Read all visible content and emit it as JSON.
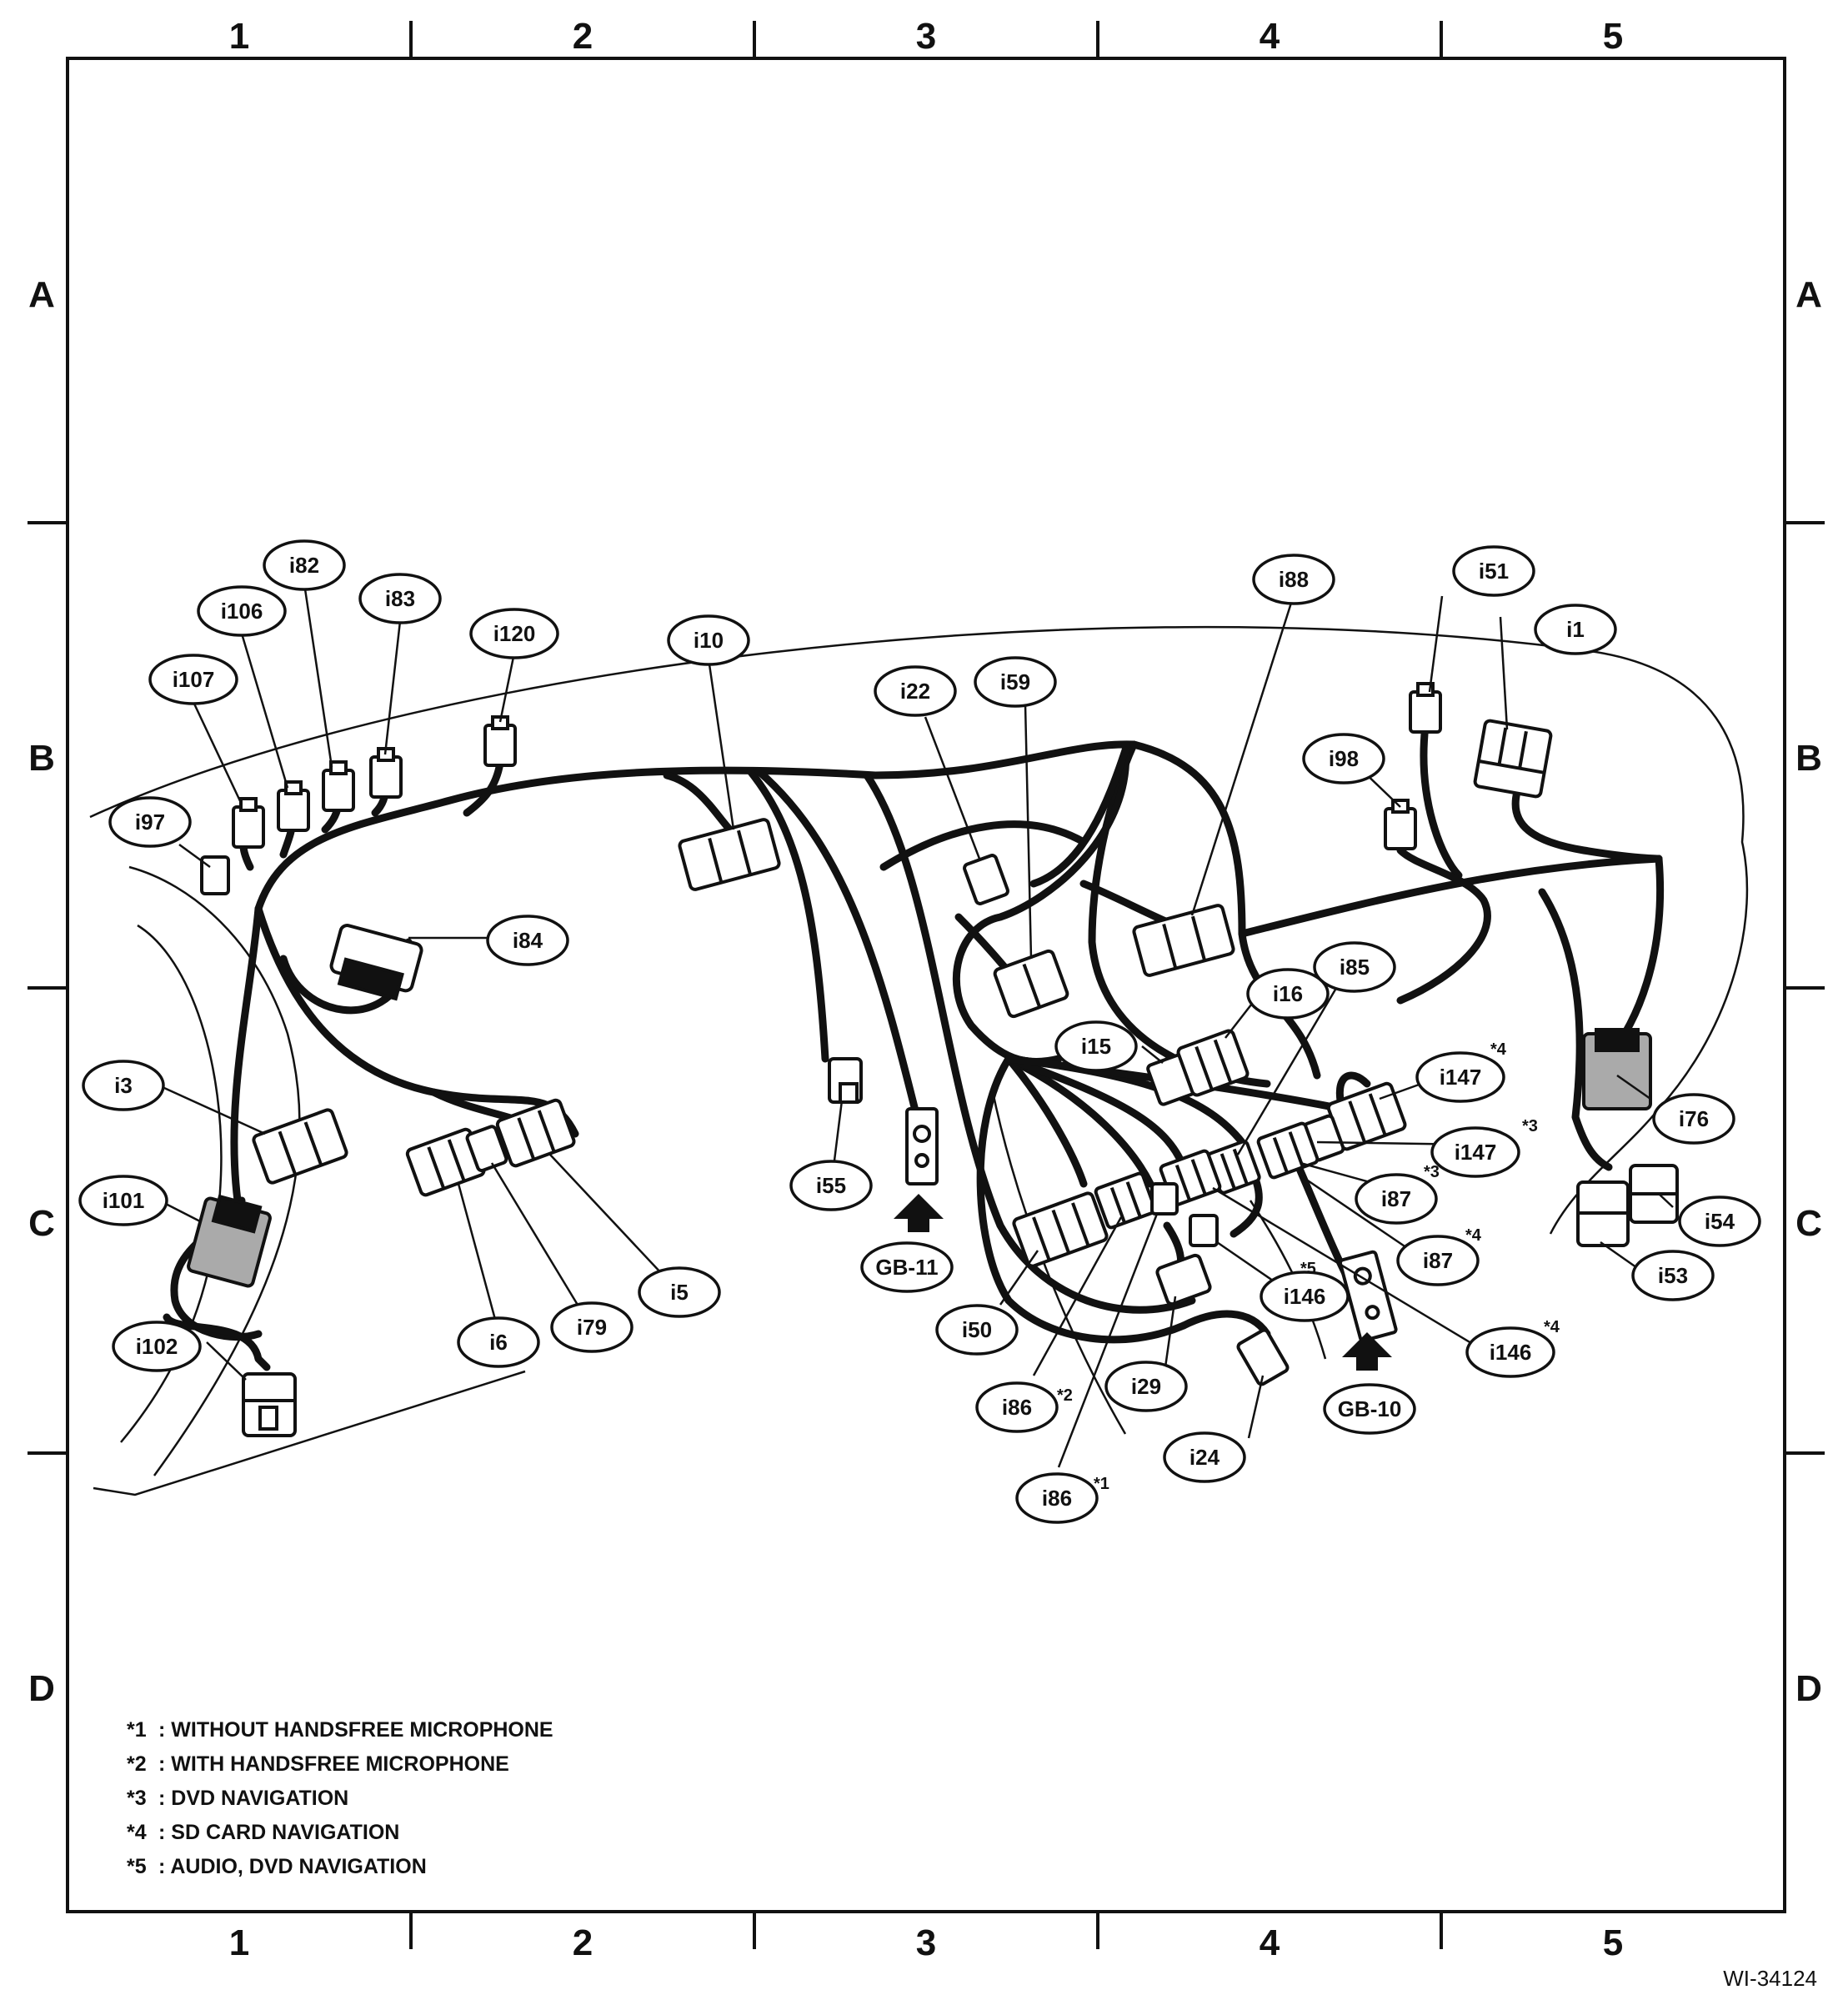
{
  "grid": {
    "columns": [
      "1",
      "2",
      "3",
      "4",
      "5"
    ],
    "rows": [
      "A",
      "B",
      "C",
      "D"
    ]
  },
  "connectors": [
    {
      "id": "i1",
      "text": "i1"
    },
    {
      "id": "i3",
      "text": "i3"
    },
    {
      "id": "i5",
      "text": "i5"
    },
    {
      "id": "i6",
      "text": "i6"
    },
    {
      "id": "i10",
      "text": "i10"
    },
    {
      "id": "i15",
      "text": "i15"
    },
    {
      "id": "i16",
      "text": "i16"
    },
    {
      "id": "i22",
      "text": "i22"
    },
    {
      "id": "i24",
      "text": "i24"
    },
    {
      "id": "i29",
      "text": "i29"
    },
    {
      "id": "i50",
      "text": "i50"
    },
    {
      "id": "i51",
      "text": "i51"
    },
    {
      "id": "i53",
      "text": "i53"
    },
    {
      "id": "i54",
      "text": "i54"
    },
    {
      "id": "i55",
      "text": "i55"
    },
    {
      "id": "i59",
      "text": "i59"
    },
    {
      "id": "i76",
      "text": "i76"
    },
    {
      "id": "i79",
      "text": "i79"
    },
    {
      "id": "i82",
      "text": "i82"
    },
    {
      "id": "i83",
      "text": "i83"
    },
    {
      "id": "i84",
      "text": "i84"
    },
    {
      "id": "i85",
      "text": "i85"
    },
    {
      "id": "i86a",
      "text": "i86",
      "note": "*2"
    },
    {
      "id": "i86b",
      "text": "i86",
      "note": "*1"
    },
    {
      "id": "i87a",
      "text": "i87",
      "note": "*3"
    },
    {
      "id": "i87b",
      "text": "i87",
      "note": "*4"
    },
    {
      "id": "i88",
      "text": "i88"
    },
    {
      "id": "i97",
      "text": "i97"
    },
    {
      "id": "i98",
      "text": "i98"
    },
    {
      "id": "i101",
      "text": "i101"
    },
    {
      "id": "i102",
      "text": "i102"
    },
    {
      "id": "i106",
      "text": "i106"
    },
    {
      "id": "i107",
      "text": "i107"
    },
    {
      "id": "i120",
      "text": "i120"
    },
    {
      "id": "i146a",
      "text": "i146",
      "note": "*5"
    },
    {
      "id": "i146b",
      "text": "i146",
      "note": "*4"
    },
    {
      "id": "i147a",
      "text": "i147",
      "note": "*4"
    },
    {
      "id": "i147b",
      "text": "i147",
      "note": "*3"
    },
    {
      "id": "gb11",
      "text": "GB-11"
    },
    {
      "id": "gb10",
      "text": "GB-10"
    }
  ],
  "notes": [
    {
      "mark": "*1",
      "text": ": WITHOUT HANDSFREE MICROPHONE"
    },
    {
      "mark": "*2",
      "text": ": WITH HANDSFREE MICROPHONE"
    },
    {
      "mark": "*3",
      "text": ": DVD NAVIGATION"
    },
    {
      "mark": "*4",
      "text": ": SD CARD NAVIGATION"
    },
    {
      "mark": "*5",
      "text": ": AUDIO, DVD NAVIGATION"
    }
  ],
  "figure_id": "WI-34124"
}
